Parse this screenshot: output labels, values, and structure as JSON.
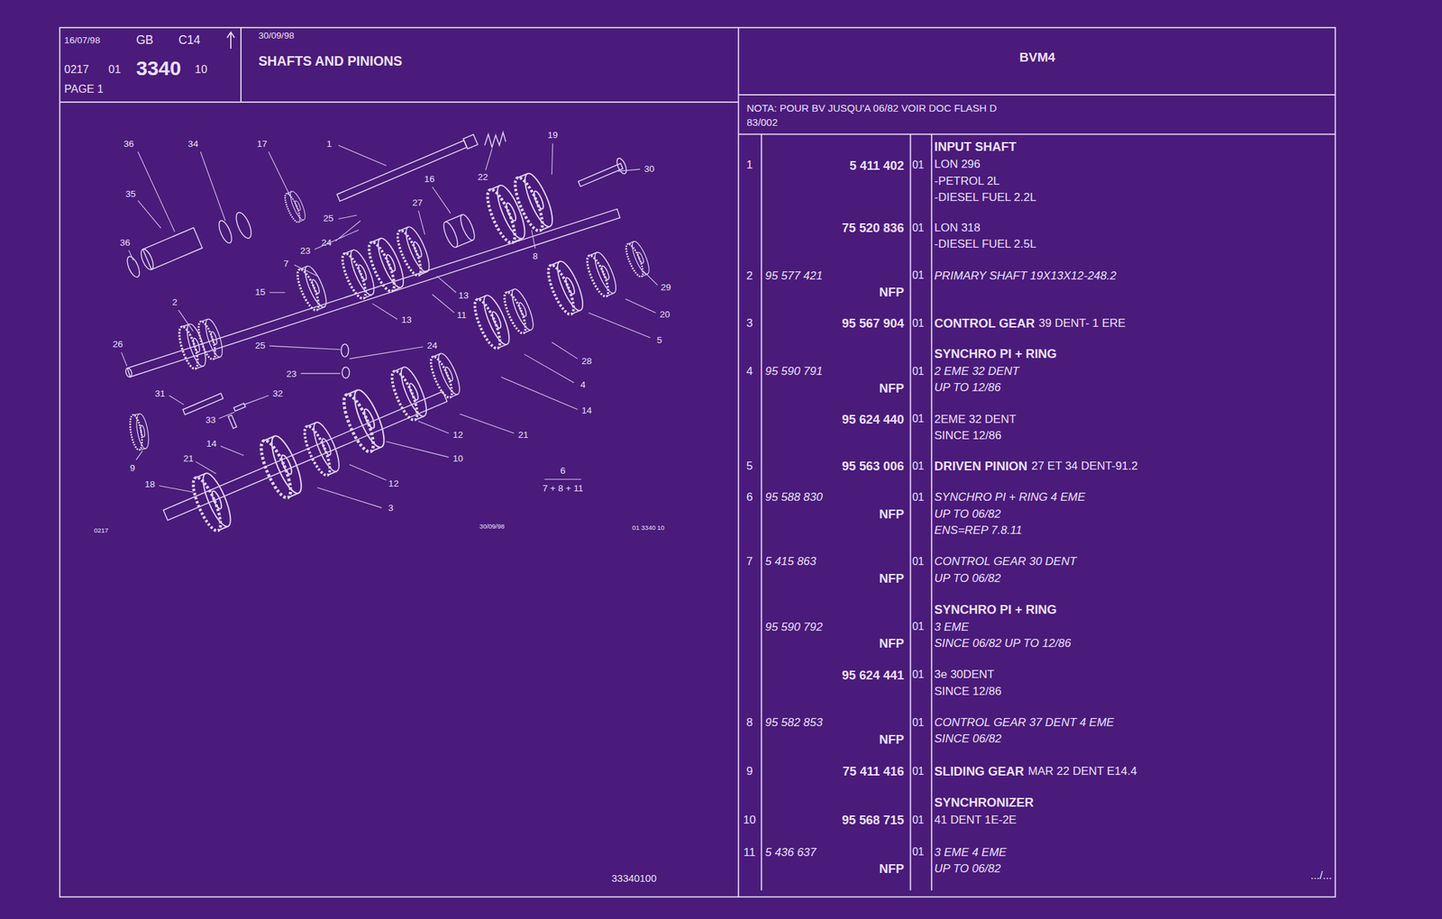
{
  "diagram": {
    "title": "SHAFTS AND PINIONS",
    "nodes": [
      {
        "text": [
          "16/07/98",
          "GB",
          "C14",
          "0217",
          "01",
          "3340",
          "10",
          "PAGE 1"
        ]
      },
      {
        "text": [
          "30/09/98",
          "SHAFTS AND PINIONS"
        ]
      },
      {
        "text": [
          "BVM4"
        ]
      },
      {
        "text": [
          "NOTA: POUR BV JUSQU'A 06/82 VOIR DOC FLASH D 83/002"
        ]
      }
    ],
    "labels": [
      "1",
      "5 411 402",
      "01",
      "INPUT SHAFT",
      "LON 296",
      "-PETROL 2L",
      "-DIESEL FUEL 2.2L",
      "75 520 836",
      "01",
      "LON 318",
      "-DIESEL FUEL 2.5L",
      "2",
      "95 577 421",
      "NFP",
      "01",
      "PRIMARY SHAFT 19X13X12-248.2",
      "3",
      "95 567 904",
      "01",
      "CONTROL GEAR",
      "39 DENT- 1 ERE",
      "SYNCHRO PI + RING",
      "4",
      "95 590 791",
      "NFP",
      "01",
      "2 EME 32 DENT",
      "UP TO 12/86",
      "95 624 440",
      "01",
      "2EME 32 DENT",
      "SINCE 12/86",
      "5",
      "95 563 006",
      "01",
      "DRIVEN PINION",
      "27 ET 34 DENT-91.2",
      "6",
      "95 588 830",
      "NFP",
      "01",
      "SYNCHRO PI + RING 4 EME",
      "UP TO 06/82",
      "ENS=REP 7.8.11",
      "7",
      "5 415 863",
      "NFP",
      "01",
      "CONTROL GEAR 30 DENT",
      "UP TO 06/82",
      "SYNCHRO PI + RING",
      "95 590 792",
      "NFP",
      "01",
      "3 EME",
      "SINCE 06/82 UP TO 12/86",
      "95 624 441",
      "01",
      "3e 30DENT",
      "SINCE 12/86",
      "8",
      "95 582 853",
      "NFP",
      "01",
      "CONTROL GEAR 37 DENT 4 EME",
      "SINCE 06/82",
      "9",
      "75 411 416",
      "01",
      "SLIDING GEAR",
      "MAR 22 DENT E14.4",
      "SYNCHRONIZER",
      "10",
      "95 568 715",
      "01",
      "41 DENT 1E-2E",
      "11",
      "5 436 637",
      "NFP",
      "01",
      "3 EME 4 EME",
      "UP TO 06/82",
      ".../...",
      "33340100",
      "36",
      "34",
      "17",
      "1",
      "19",
      "30",
      "22",
      "35",
      "16",
      "27",
      "25",
      "36",
      "24",
      "23",
      "8",
      "7",
      "15",
      "13",
      "29",
      "2",
      "13",
      "11",
      "20",
      "5",
      "26",
      "25",
      "24",
      "28",
      "23",
      "4",
      "14",
      "31",
      "32",
      "33",
      "21",
      "12",
      "14",
      "10",
      "9",
      "21",
      "18",
      "12",
      "6",
      "7 + 8 + 11",
      "3",
      "0217",
      "30/09/98",
      "01 3340 10"
    ]
  }
}
